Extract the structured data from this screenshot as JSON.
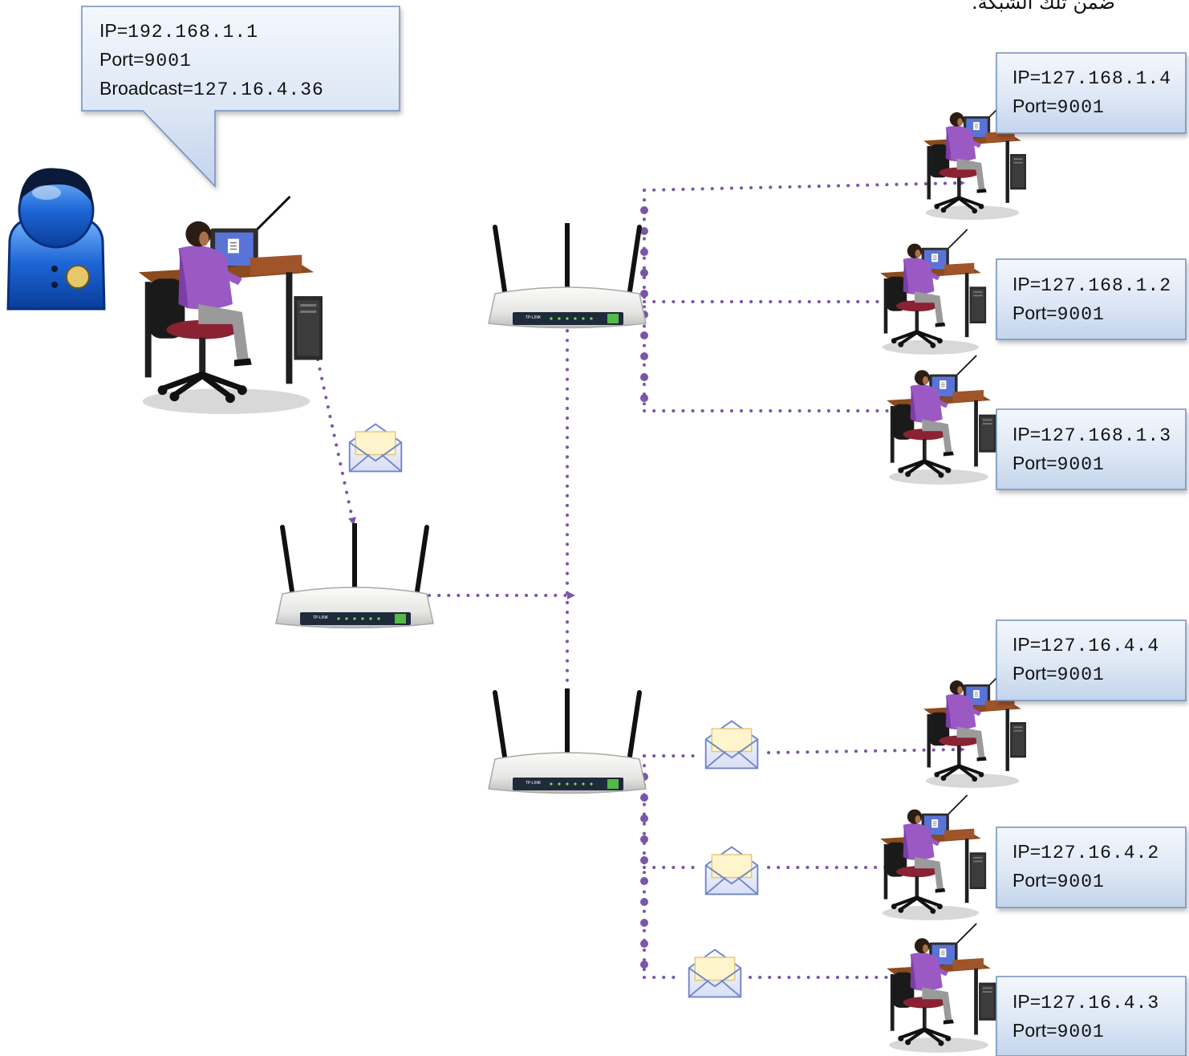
{
  "caption": "ضمن تلك الشبكة.",
  "sender": {
    "ip_key": "IP=",
    "ip": "192.168.1.1",
    "port_key": "Port=",
    "port": "9001",
    "broadcast_key": "Broadcast=",
    "broadcast": "127.16.4.36"
  },
  "hosts": [
    {
      "id": "host-127-168-1-4",
      "ip_key": "IP=",
      "ip": "127.168.1.4",
      "port_key": "Port=",
      "port": "9001"
    },
    {
      "id": "host-127-168-1-2",
      "ip_key": "IP=",
      "ip": "127.168.1.2",
      "port_key": "Port=",
      "port": "9001"
    },
    {
      "id": "host-127-168-1-3",
      "ip_key": "IP=",
      "ip": "127.168.1.3",
      "port_key": "Port=",
      "port": "9001"
    },
    {
      "id": "host-127-16-4-4",
      "ip_key": "IP=",
      "ip": "127.16.4.4",
      "port_key": "Port=",
      "port": "9001"
    },
    {
      "id": "host-127-16-4-2",
      "ip_key": "IP=",
      "ip": "127.16.4.2",
      "port_key": "Port=",
      "port": "9001"
    },
    {
      "id": "host-127-16-4-3",
      "ip_key": "IP=",
      "ip": "127.16.4.3",
      "port_key": "Port=",
      "port": "9001"
    }
  ],
  "router_brand": "TP-LINK",
  "colors": {
    "link": "#7a56a8",
    "callout_fill_top": "#f3f7fd",
    "callout_fill_bottom": "#c9d9ef",
    "callout_border": "#6f8fbf",
    "shirt": "#9b59c4",
    "router_body": "#ebebea"
  },
  "icons": [
    "admin-avatar-icon",
    "workstation-icon",
    "router-icon",
    "envelope-icon"
  ]
}
